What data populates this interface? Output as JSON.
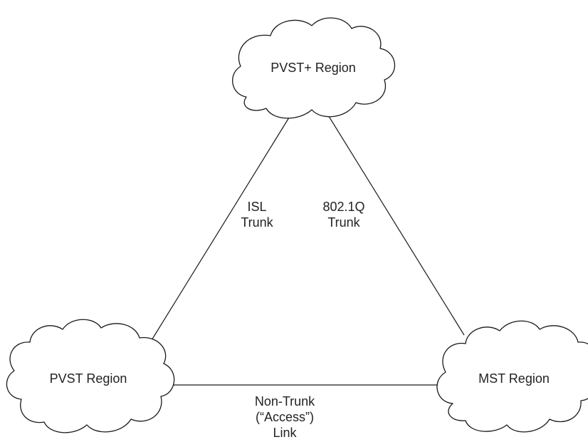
{
  "regions": {
    "top": "PVST+ Region",
    "left": "PVST Region",
    "right": "MST Region"
  },
  "links": {
    "left_edge": [
      "ISL",
      "Trunk"
    ],
    "right_edge": [
      "802.1Q",
      "Trunk"
    ],
    "bottom_edge": [
      "Non-Trunk",
      "(“Access”)",
      "Link"
    ]
  }
}
